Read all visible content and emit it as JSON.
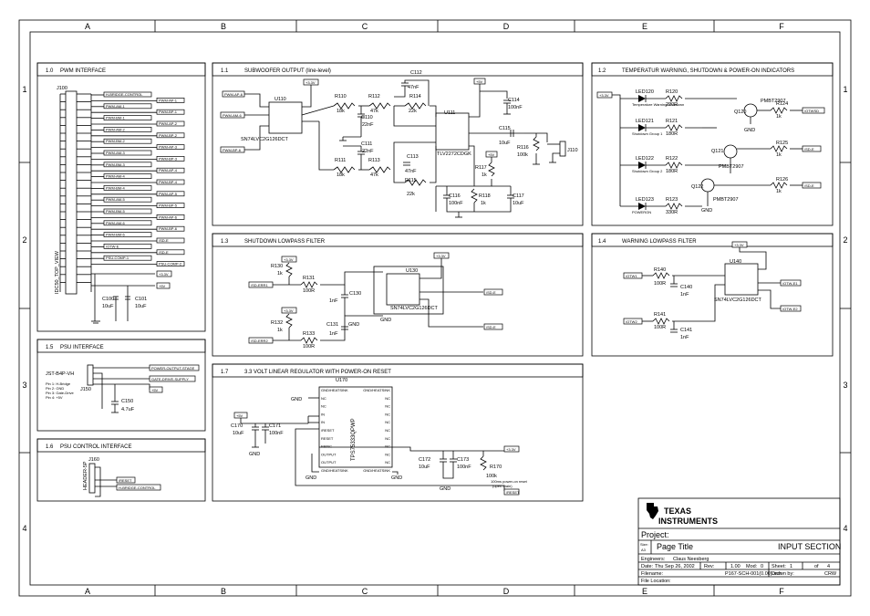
{
  "border": {
    "columns": [
      "A",
      "B",
      "C",
      "D",
      "E",
      "F"
    ],
    "rows": [
      "1",
      "2",
      "3",
      "4"
    ]
  },
  "sections": {
    "s10": {
      "num": "1.0",
      "title": "PWM INTERFACE"
    },
    "s11": {
      "num": "1.1",
      "title": "SUBWOOFER OUTPUT (line-level)"
    },
    "s12": {
      "num": "1.2",
      "title": "TEMPERATUR WARNING, SHUTDOWN  & POWER-ON INDICATORS"
    },
    "s13": {
      "num": "1.3",
      "title": "SHUTDOWN LOWPASS FILTER"
    },
    "s14": {
      "num": "1.4",
      "title": "WARNING LOWPASS FILTER"
    },
    "s15": {
      "num": "1.5",
      "title": "PSU INTERFACE"
    },
    "s16": {
      "num": "1.6",
      "title": "PSU CONTROL INTERFACE"
    },
    "s17": {
      "num": "1.7",
      "title": "3.3 VOLT LINEAR REGULATOR WITH POWER-ON RESET"
    }
  },
  "pwm": {
    "connector": "J100",
    "connector_type": "IDC50_TOP_VIEW",
    "ports_right": [
      "H-BRIDGE-CONTROL",
      "PWM-AP-1",
      "PWM-AM-1",
      "PWM-BP-1",
      "PWM-BM-1",
      "PWM-AP-2",
      "PWM-AM-2",
      "PWM-BP-2",
      "PWM-BM-2",
      "PWM-AP-3",
      "PWM-AM-3",
      "PWM-BP-3",
      "PWM-BM-3",
      "PWM-AP-4",
      "PWM-AM-4",
      "PWM-BP-4",
      "PWM-BM-4",
      "PWM-AP-5",
      "PWM-AM-5",
      "PWM-BP-5",
      "PWM-BM-5",
      "PWM-AP-6",
      "PWM-AM-6",
      "PWM-BP-6",
      "PWM-BM-6",
      "/SD-E",
      "/OTW-E",
      "/SD-E",
      "PSU-COMP-1",
      "PSU-COMP-2"
    ],
    "rail_33": "+3.3V",
    "rail_5": "+5V",
    "c100": {
      "ref": "C100",
      "val": "10uF"
    },
    "c101": {
      "ref": "C101",
      "val": "10uF"
    }
  },
  "sub": {
    "inputs": [
      "PWM-AP-6",
      "PWM-AM-6",
      "PWM-BP-6"
    ],
    "u110": {
      "ref": "U110",
      "part": "SN74LVC2G126DCT"
    },
    "u111": {
      "ref": "U111",
      "part": "TLV2272CDGK"
    },
    "rail1": "+3.3V",
    "rail2": "+5V",
    "rail3": "+5V",
    "r110": {
      "ref": "R110",
      "val": "18k"
    },
    "r111": {
      "ref": "R111",
      "val": "18k"
    },
    "r112": {
      "ref": "R112",
      "val": "47k"
    },
    "r113": {
      "ref": "R113",
      "val": "47k"
    },
    "r114": {
      "ref": "R114",
      "val": "22k"
    },
    "r115": {
      "ref": "R115",
      "val": "22k"
    },
    "r116": {
      "ref": "R116",
      "val": "100k"
    },
    "r117": {
      "ref": "R117",
      "val": "1k"
    },
    "r118": {
      "ref": "R118",
      "val": "1k"
    },
    "c110": {
      "ref": "C110",
      "val": "22nF"
    },
    "c111": {
      "ref": "C111",
      "val": "22nF"
    },
    "c112": {
      "ref": "C112",
      "val": "47nF"
    },
    "c113": {
      "ref": "C113",
      "val": "47nF"
    },
    "c114": {
      "ref": "C114",
      "val": "100nF"
    },
    "c115": {
      "ref": "C115",
      "val": "10uF"
    },
    "c116": {
      "ref": "C116",
      "val": "100nF"
    },
    "c117": {
      "ref": "C117",
      "val": "10uF"
    },
    "j110": "J110"
  },
  "ind": {
    "rail": "+3.3V",
    "leds": [
      {
        "ref": "LED120",
        "note": "Temperature Warning/Shutdown"
      },
      {
        "ref": "LED121",
        "note": "Shutdown Group 1"
      },
      {
        "ref": "LED122",
        "note": "Shutdown Group 2"
      },
      {
        "ref": "LED123",
        "note": "POWERON"
      }
    ],
    "r120": {
      "ref": "R120",
      "val": "220R"
    },
    "r121": {
      "ref": "R121",
      "val": "180R"
    },
    "r122": {
      "ref": "R122",
      "val": "180R"
    },
    "r123": {
      "ref": "R123",
      "val": "330R"
    },
    "r124": {
      "ref": "R124",
      "val": "1k"
    },
    "r125": {
      "ref": "R125",
      "val": "1k"
    },
    "r126": {
      "ref": "R126",
      "val": "1k"
    },
    "q120": {
      "ref": "Q120",
      "part": "PMBT2907"
    },
    "q121": {
      "ref": "Q121",
      "part": "PMBT2907"
    },
    "q122": {
      "ref": "Q122",
      "part": "PMBT2907"
    },
    "ports": [
      "/OTWSD",
      "/SD-E",
      "/SD-E"
    ],
    "gnd": "GND"
  },
  "sdlp": {
    "rail": "+3.3V",
    "inputs": [
      "/SD-ERR1",
      "/SD-ERR2"
    ],
    "outputs": [
      "/SD-E",
      "/SD-E"
    ],
    "r130": {
      "ref": "R130",
      "val": "1k"
    },
    "r131": {
      "ref": "R131",
      "val": "100R"
    },
    "r132": {
      "ref": "R132",
      "val": "1k"
    },
    "r133": {
      "ref": "R133",
      "val": "100R"
    },
    "c130": {
      "ref": "C130",
      "val": "1nF"
    },
    "c131": {
      "ref": "C131",
      "val": "1nF"
    },
    "u130": {
      "ref": "U130",
      "part": "SN74LVC2G126DCT"
    },
    "gnd": "GND"
  },
  "wlp": {
    "rail": "+3.3V",
    "inputs": [
      "/OTW1",
      "/OTW2"
    ],
    "outputs": [
      "/OTW-E1",
      "/OTW-E2"
    ],
    "r140": {
      "ref": "R140",
      "val": "100R"
    },
    "r141": {
      "ref": "R141",
      "val": "100R"
    },
    "c140": {
      "ref": "C140",
      "val": "1nF"
    },
    "c141": {
      "ref": "C141",
      "val": "1nF"
    },
    "u140": {
      "ref": "U140",
      "part": "SN74LVC2G126DCT"
    }
  },
  "psu": {
    "conn": "JST-B4P-VH",
    "ref": "J150",
    "pins": [
      "Pin 1: H-Bridge",
      "Pin 2: GND",
      "Pin 3: Gate-Drive",
      "Pin 4: +5V"
    ],
    "ports": [
      "POWER-OUTPUT-STAGE",
      "GATE-DRIVE-SUPPLY",
      "+5V"
    ],
    "c150": {
      "ref": "C150",
      "val": "4.7uF"
    }
  },
  "psuctl": {
    "conn": "HEADER-5P",
    "ref": "J160",
    "ports": [
      "/RESET",
      "H-BRIDGE-CONTROL"
    ]
  },
  "reg": {
    "ref": "U170",
    "part": "TPS75333QPWP",
    "pins_left": [
      "GND/HEATSINK",
      "NC",
      "NC",
      "IN",
      "IN",
      "/RESET",
      "RESET",
      "FB/NC",
      "OUTPUT",
      "OUTPUT",
      "GND/HEATSINK"
    ],
    "pins_right": [
      "GND/HEATSINK",
      "NC",
      "NC",
      "NC",
      "NC",
      "NC",
      "NC",
      "NC",
      "NC",
      "NC",
      "GND/HEATSINK"
    ],
    "rail_in": "+5V",
    "rail_out": "+3.3V",
    "port_reset": "/RESET",
    "c170": {
      "ref": "C170",
      "val": "10uF"
    },
    "c171": {
      "ref": "C171",
      "val": "100nF"
    },
    "c172": {
      "ref": "C172",
      "val": "10uF"
    },
    "c173": {
      "ref": "C173",
      "val": "100nF"
    },
    "r170": {
      "ref": "R170",
      "val": "100k"
    },
    "r170_note1": "100ms power-on reset",
    "r170_note2": "(open drain)",
    "gnd": "GND"
  },
  "titleblock": {
    "company_line1": "TEXAS",
    "company_line2": "INSTRUMENTS",
    "project_label": "Project:",
    "size_label": "Size:",
    "size_val": "A3",
    "page_title": "Page Title",
    "section": "INPUT SECTION",
    "engineer_label": "Engineers:",
    "engineer": "Claus Neesberg",
    "date_label": "Date:",
    "date": "Thu Sep 26, 2002",
    "rev_label": "Rev:",
    "rev": "1.00",
    "mod_label": "Mod:",
    "mod": "0",
    "sheet_label": "Sheet:",
    "sheet": "1",
    "of_label": "of",
    "of": "4",
    "filename_label": "Filename:",
    "filename": "P167-SCH-001(0.00).sch",
    "drawn_label": "Drawn by:",
    "drawn": "CRW",
    "location_label": "File Location:"
  }
}
